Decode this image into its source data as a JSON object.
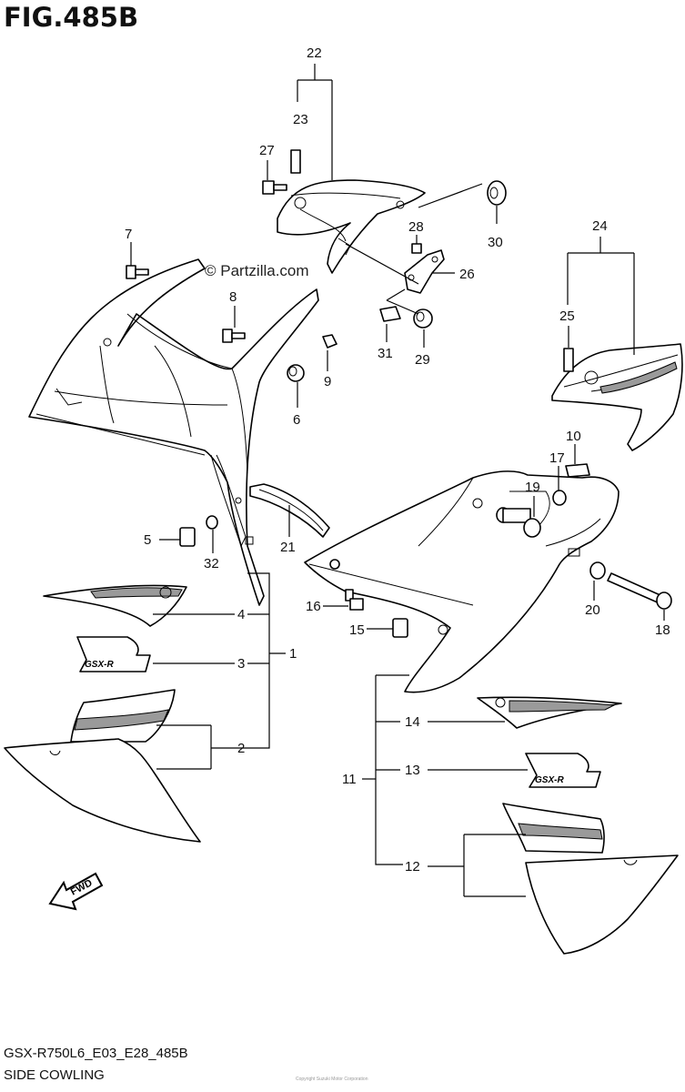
{
  "figure": {
    "title": "FIG.485B",
    "code": "GSX-R750L6_E03_E28_485B",
    "name": "SIDE COWLING",
    "watermark": "© Partzilla.com",
    "fineprint": "Copyright Suzuki Motor Corporation"
  },
  "callouts": [
    {
      "id": "c1",
      "label": "1"
    },
    {
      "id": "c2",
      "label": "2"
    },
    {
      "id": "c3",
      "label": "3"
    },
    {
      "id": "c4",
      "label": "4"
    },
    {
      "id": "c5",
      "label": "5"
    },
    {
      "id": "c6",
      "label": "6"
    },
    {
      "id": "c7",
      "label": "7"
    },
    {
      "id": "c8",
      "label": "8"
    },
    {
      "id": "c9",
      "label": "9"
    },
    {
      "id": "c10",
      "label": "10"
    },
    {
      "id": "c11",
      "label": "11"
    },
    {
      "id": "c12",
      "label": "12"
    },
    {
      "id": "c13",
      "label": "13"
    },
    {
      "id": "c14",
      "label": "14"
    },
    {
      "id": "c15",
      "label": "15"
    },
    {
      "id": "c16",
      "label": "16"
    },
    {
      "id": "c17",
      "label": "17"
    },
    {
      "id": "c18",
      "label": "18"
    },
    {
      "id": "c19",
      "label": "19"
    },
    {
      "id": "c20",
      "label": "20"
    },
    {
      "id": "c21",
      "label": "21"
    },
    {
      "id": "c22",
      "label": "22"
    },
    {
      "id": "c23",
      "label": "23"
    },
    {
      "id": "c24",
      "label": "24"
    },
    {
      "id": "c25",
      "label": "25"
    },
    {
      "id": "c26",
      "label": "26"
    },
    {
      "id": "c27",
      "label": "27"
    },
    {
      "id": "c28",
      "label": "28"
    },
    {
      "id": "c29",
      "label": "29"
    },
    {
      "id": "c30",
      "label": "30"
    },
    {
      "id": "c31",
      "label": "31"
    },
    {
      "id": "c32",
      "label": "32"
    }
  ],
  "badges": {
    "fwd": "FWD",
    "gsxr_left": "GSX-R",
    "gsxr_right": "GSX-R"
  }
}
